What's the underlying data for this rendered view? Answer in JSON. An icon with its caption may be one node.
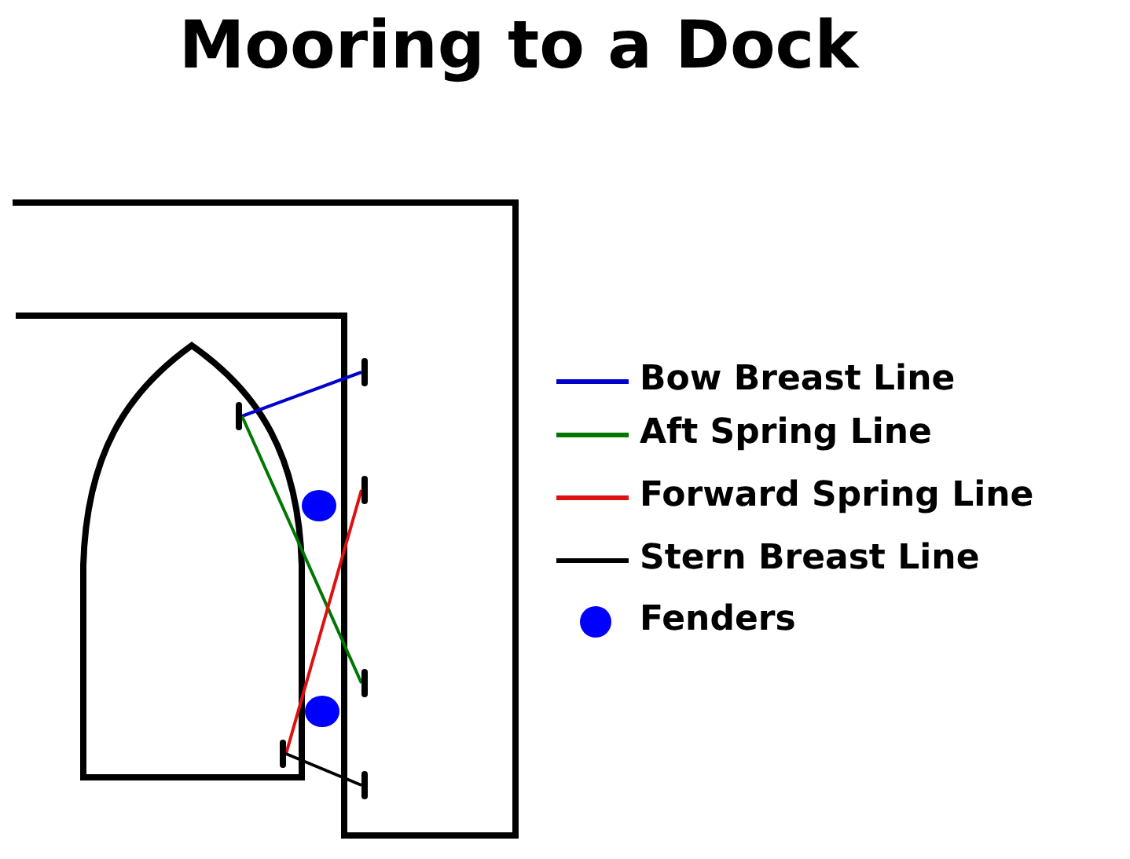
{
  "diagram": {
    "title": "Mooring to a Dock",
    "nodes": [
      {
        "text": [],
        "shape": "bar"
      },
      {
        "text": [],
        "shape": "bar"
      },
      {
        "text": [],
        "shape": "bar"
      },
      {
        "text": [],
        "shape": "bar"
      },
      {
        "text": [],
        "shape": "bar"
      },
      {
        "text": [],
        "shape": "bar"
      }
    ],
    "edges": [
      {
        "from": 1,
        "to": 0,
        "arrow": "none",
        "color": "#0000cc"
      },
      {
        "from": 1,
        "to": 3,
        "arrow": "none",
        "color": "#007700"
      },
      {
        "from": 4,
        "to": 2,
        "arrow": "none",
        "color": "#dd1111"
      },
      {
        "from": 4,
        "to": 5,
        "arrow": "none",
        "color": "#000000"
      }
    ],
    "legend": [
      {
        "text": "Bow Breast Line"
      },
      {
        "text": "Aft Spring Line"
      },
      {
        "text": "Forward Spring Line"
      },
      {
        "text": "Stern Breast Line"
      },
      {
        "text": "Fenders",
        "color": "#0000ff"
      }
    ]
  }
}
